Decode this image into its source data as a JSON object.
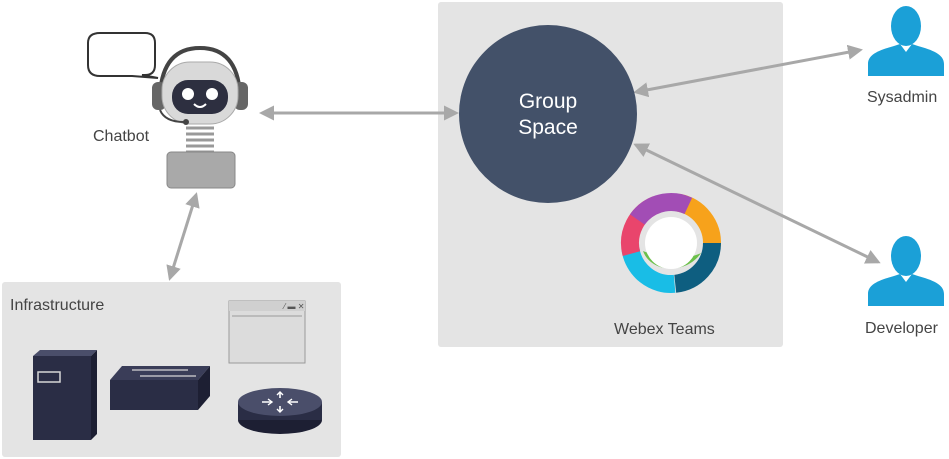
{
  "chatbot": {
    "label": "Chatbot"
  },
  "group_space": {
    "line1": "Group",
    "line2": "Space"
  },
  "webex": {
    "label": "Webex Teams"
  },
  "users": [
    {
      "label": "Sysadmin"
    },
    {
      "label": "Developer"
    }
  ],
  "infrastructure": {
    "label": "Infrastructure"
  },
  "colors": {
    "panel": "#e4e4e4",
    "circle": "#435169",
    "arrow": "#a8a8a8",
    "person": "#1ba0d7",
    "device_dark": "#2a2d45"
  }
}
